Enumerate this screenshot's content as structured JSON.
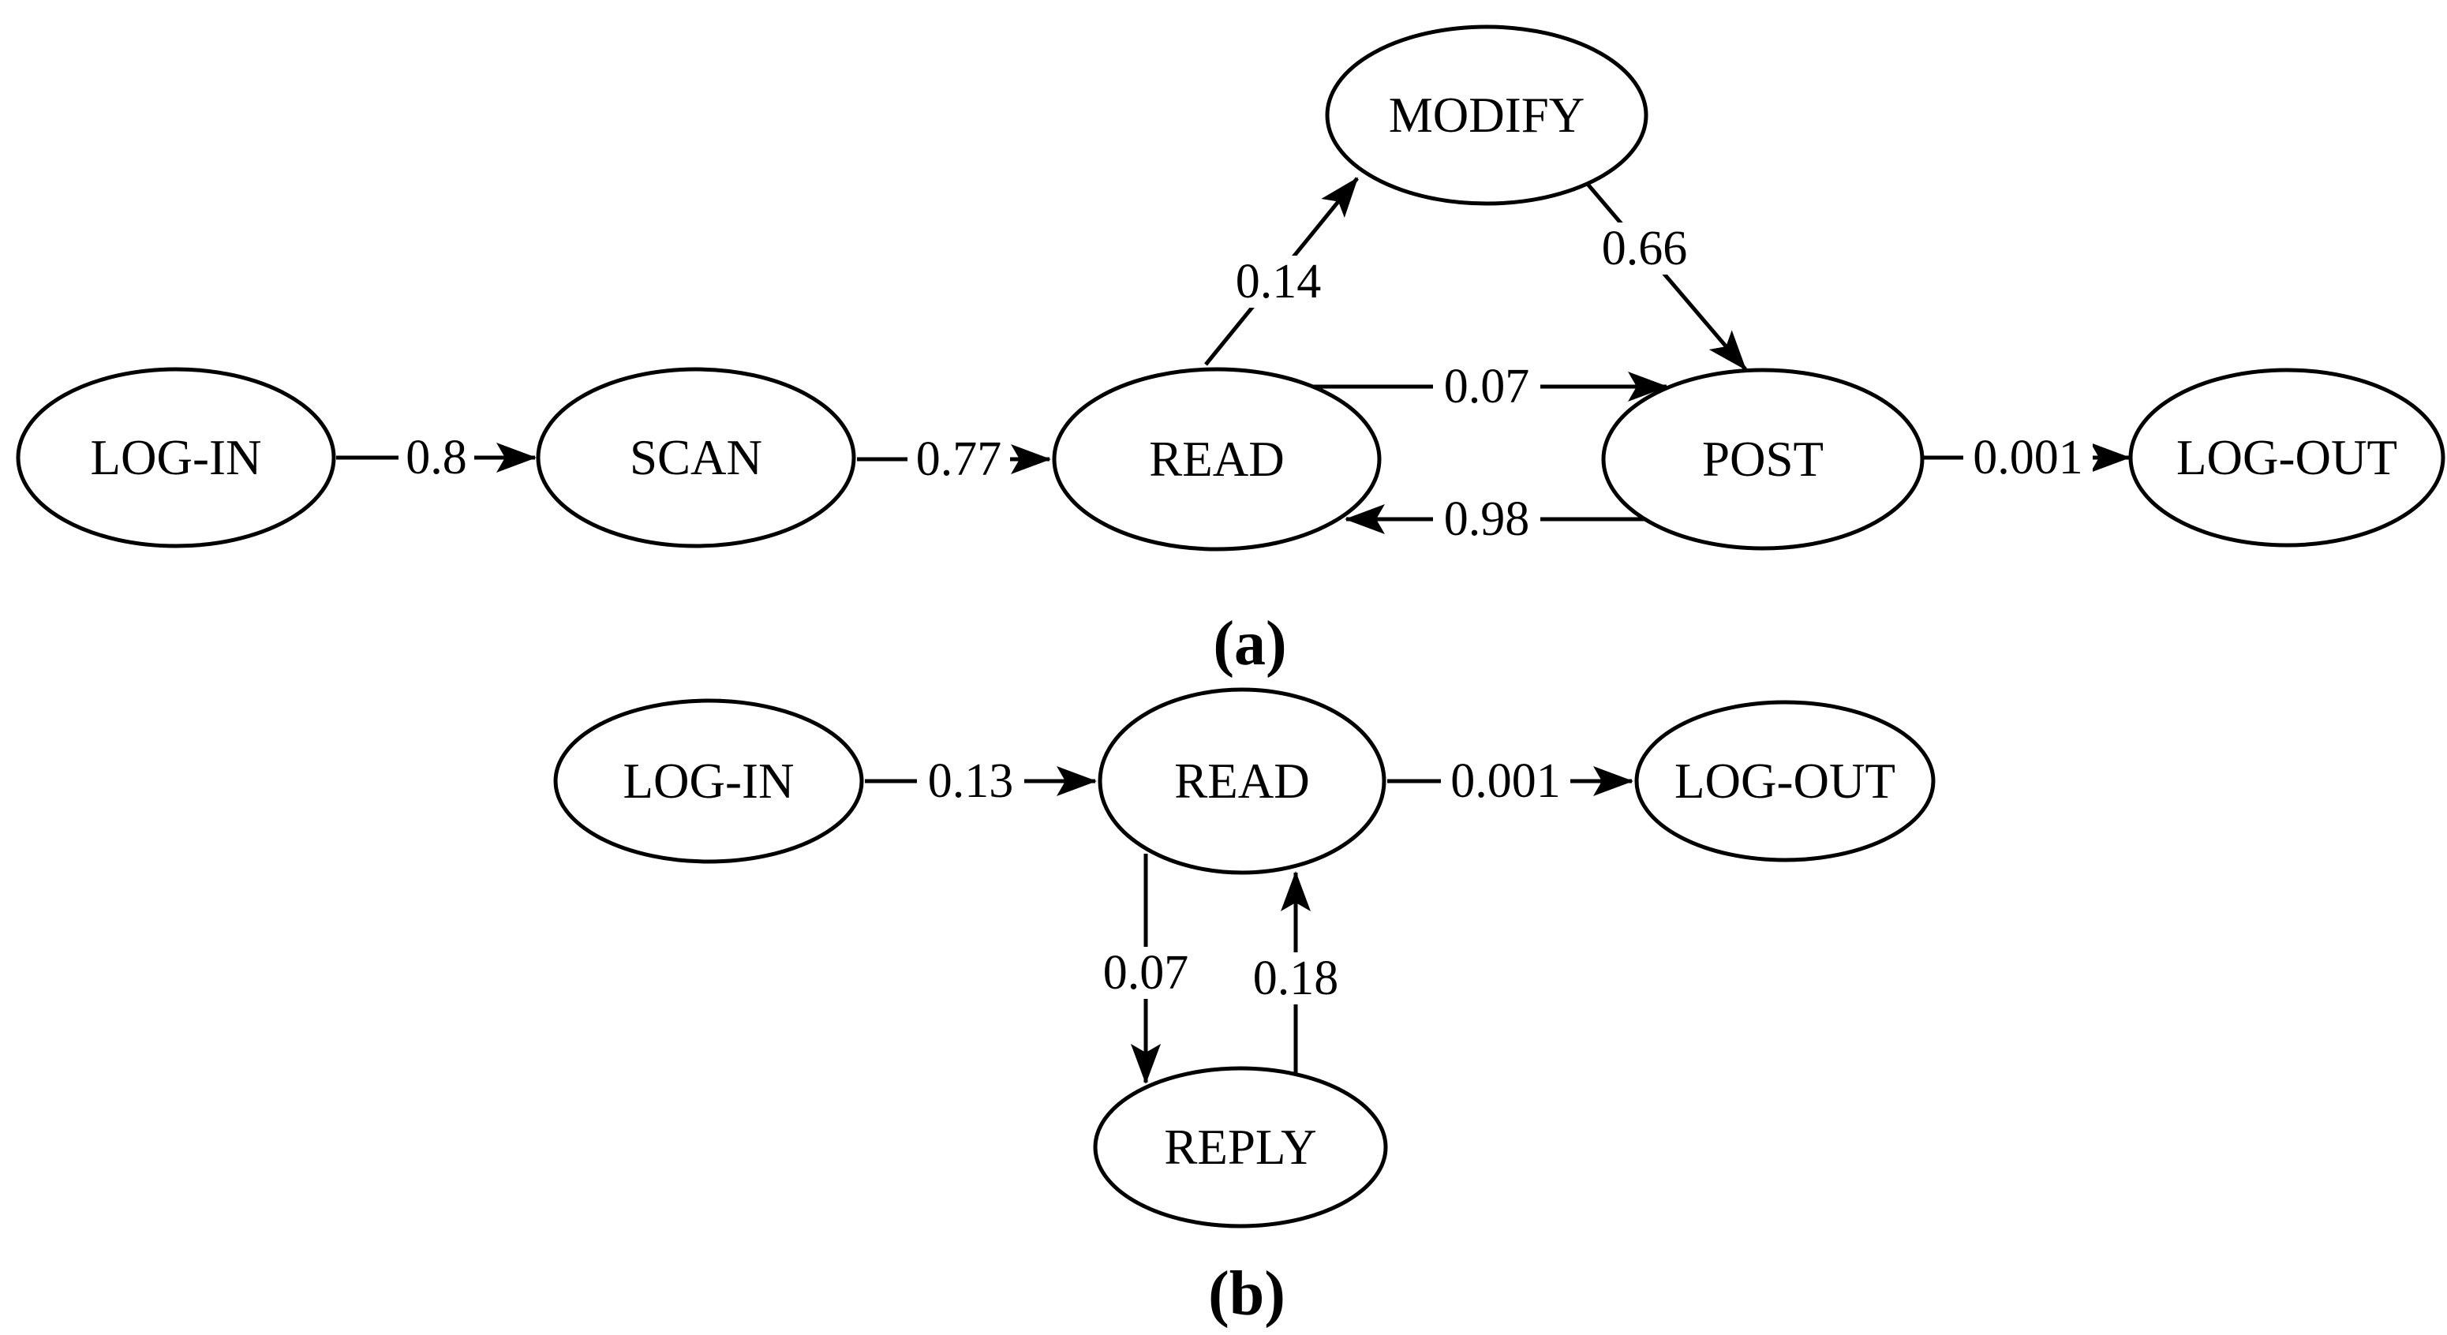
{
  "figure": {
    "type": "state-transition-diagrams",
    "colors": {
      "stroke": "#000000",
      "background": "#ffffff"
    },
    "diagram_a": {
      "caption": "(a)",
      "nodes": {
        "login": "LOG-IN",
        "scan": "SCAN",
        "read": "READ",
        "modify": "MODIFY",
        "post": "POST",
        "logout": "LOG-OUT"
      },
      "edges": {
        "login_scan": {
          "from": "LOG-IN",
          "to": "SCAN",
          "label": "0.8"
        },
        "scan_read": {
          "from": "SCAN",
          "to": "READ",
          "label": "0.77"
        },
        "read_modify": {
          "from": "READ",
          "to": "MODIFY",
          "label": "0.14"
        },
        "modify_post": {
          "from": "MODIFY",
          "to": "POST",
          "label": "0.66"
        },
        "read_post": {
          "from": "READ",
          "to": "POST",
          "label": "0.07"
        },
        "post_read": {
          "from": "POST",
          "to": "READ",
          "label": "0.98"
        },
        "post_logout": {
          "from": "POST",
          "to": "LOG-OUT",
          "label": "0.001"
        }
      }
    },
    "diagram_b": {
      "caption": "(b)",
      "nodes": {
        "login": "LOG-IN",
        "read": "READ",
        "logout": "LOG-OUT",
        "reply": "REPLY"
      },
      "edges": {
        "login_read": {
          "from": "LOG-IN",
          "to": "READ",
          "label": "0.13"
        },
        "read_logout": {
          "from": "READ",
          "to": "LOG-OUT",
          "label": "0.001"
        },
        "read_reply": {
          "from": "READ",
          "to": "REPLY",
          "label": "0.07"
        },
        "reply_read": {
          "from": "REPLY",
          "to": "READ",
          "label": "0.18"
        }
      }
    }
  }
}
